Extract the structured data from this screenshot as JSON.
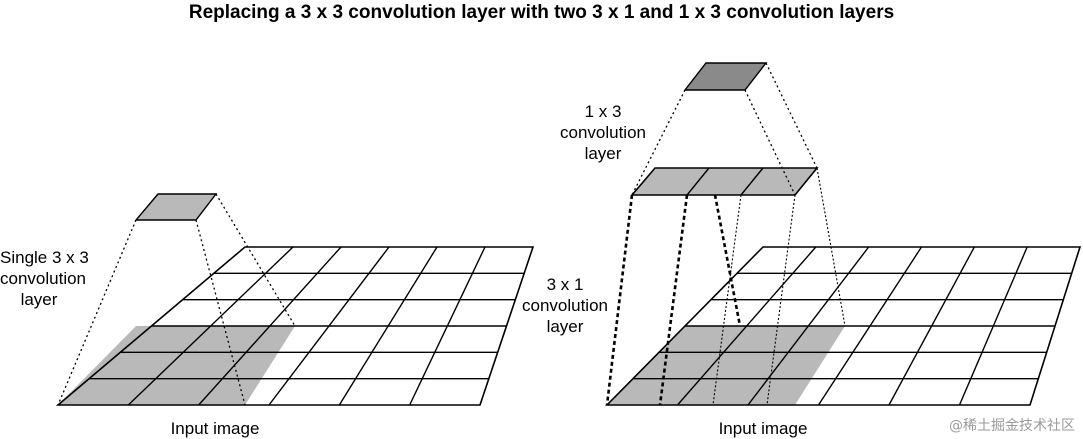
{
  "title": "Replacing a 3 x 3 convolution layer with two 3 x 1 and 1 x 3 convolution layers",
  "left": {
    "label_lines": [
      "Single 3 x 3",
      "convolution",
      "layer"
    ],
    "caption": "Input image"
  },
  "right": {
    "top_label_lines": [
      "1 x 3",
      "convolution",
      "layer"
    ],
    "mid_label_lines": [
      "3 x 1",
      "convolution",
      "layer"
    ],
    "caption": "Input image"
  },
  "watermark": "@稀土掘金技术社区",
  "colors": {
    "shade": "#b9b9b9",
    "dark_shade": "#8a8a8a",
    "line": "#000000",
    "background": "#ffffff"
  }
}
